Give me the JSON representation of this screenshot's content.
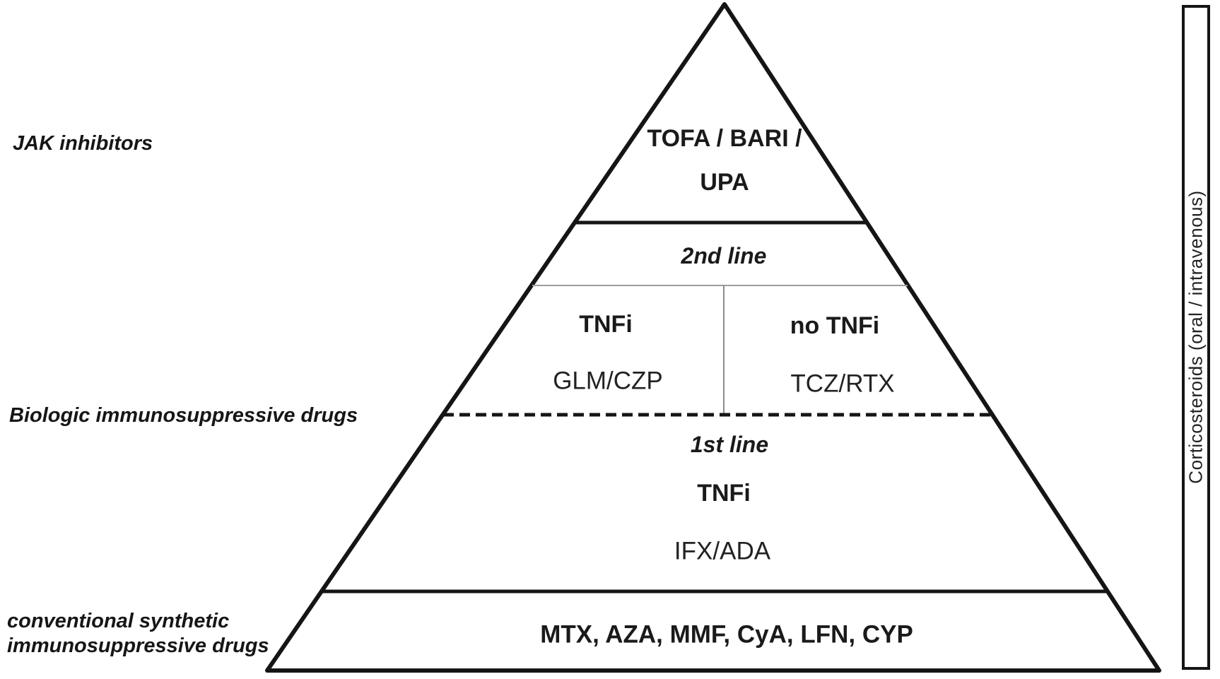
{
  "figure": {
    "type": "treatment-pyramid",
    "colors": {
      "background": "#ffffff",
      "line": "#151515",
      "thin_line": "#9c9c9c",
      "text": "#1a1a1a"
    },
    "pyramid": {
      "top": {
        "line1": "TOFA / BARI /",
        "line2": "UPA"
      },
      "second": {
        "label": "2nd line",
        "left": {
          "title": "TNFi",
          "drugs": "GLM/CZP"
        },
        "right": {
          "title": "no TNFi",
          "drugs": "TCZ/RTX"
        }
      },
      "first": {
        "label": "1st line",
        "title": "TNFi",
        "drugs": "IFX/ADA"
      },
      "base": {
        "drugs": "MTX, AZA, MMF, CyA, LFN, CYP"
      }
    },
    "side_labels": {
      "jak": "JAK inhibitors",
      "biologic": "Biologic immunosuppressive drugs",
      "conventional_line1": "conventional synthetic",
      "conventional_line2": "immunosuppressive drugs"
    },
    "corticosteroids": {
      "label": "Corticosteroids (oral / intravenous)"
    }
  }
}
